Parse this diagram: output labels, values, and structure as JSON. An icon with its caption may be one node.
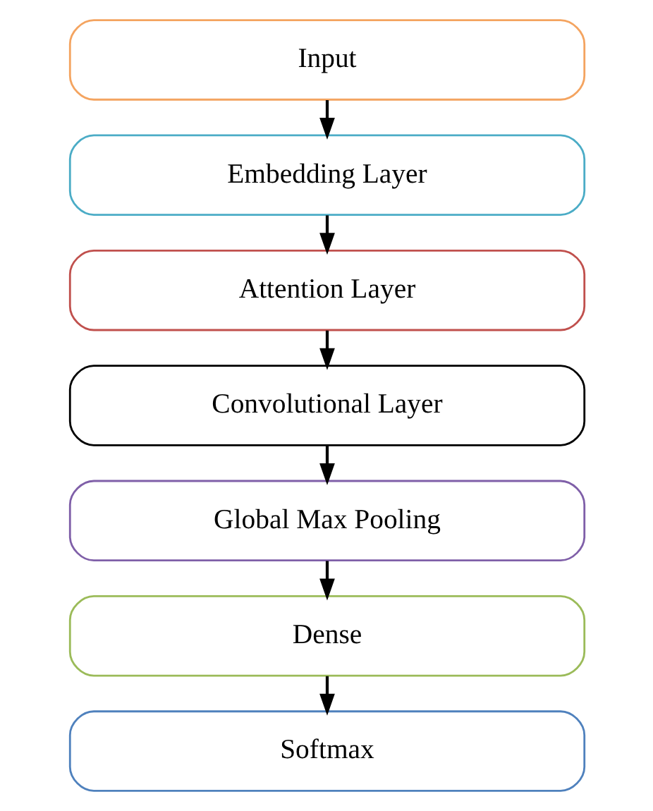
{
  "diagram": {
    "nodes": [
      {
        "text": [
          "Input"
        ]
      },
      {
        "text": [
          "Embedding Layer"
        ]
      },
      {
        "text": [
          "Attention Layer"
        ]
      },
      {
        "text": [
          "Convolutional Layer"
        ]
      },
      {
        "text": [
          "Global Max Pooling"
        ]
      },
      {
        "text": [
          "Dense"
        ]
      },
      {
        "text": [
          "Softmax"
        ]
      }
    ],
    "edges": [
      {
        "from": 0,
        "to": 1,
        "arrow": "to"
      },
      {
        "from": 1,
        "to": 2,
        "arrow": "to"
      },
      {
        "from": 2,
        "to": 3,
        "arrow": "to"
      },
      {
        "from": 3,
        "to": 4,
        "arrow": "to"
      },
      {
        "from": 4,
        "to": 5,
        "arrow": "to"
      },
      {
        "from": 5,
        "to": 6,
        "arrow": "to"
      }
    ]
  }
}
